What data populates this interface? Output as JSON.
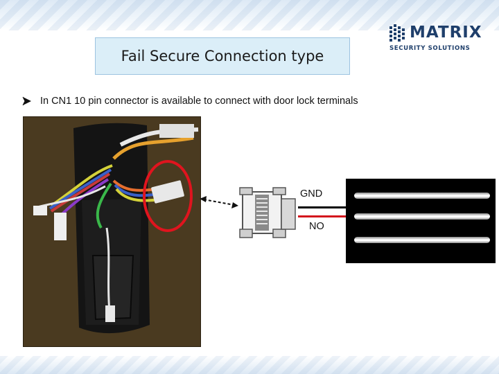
{
  "slide": {
    "title": "Fail Secure Connection type",
    "bullet": "In CN1 10 pin connector is available to connect with door lock terminals"
  },
  "logo": {
    "name": "MATRIX",
    "tagline": "SECURITY SOLUTIONS",
    "color": "#1f3f6b"
  },
  "diagram": {
    "gnd_label": "GND",
    "no_label": "NO",
    "gnd_wire_color": "#000000",
    "no_wire_color": "#d3121c",
    "highlight_color": "#e0141e"
  },
  "icons": {
    "bullet": "arrowhead-bullet-icon"
  }
}
